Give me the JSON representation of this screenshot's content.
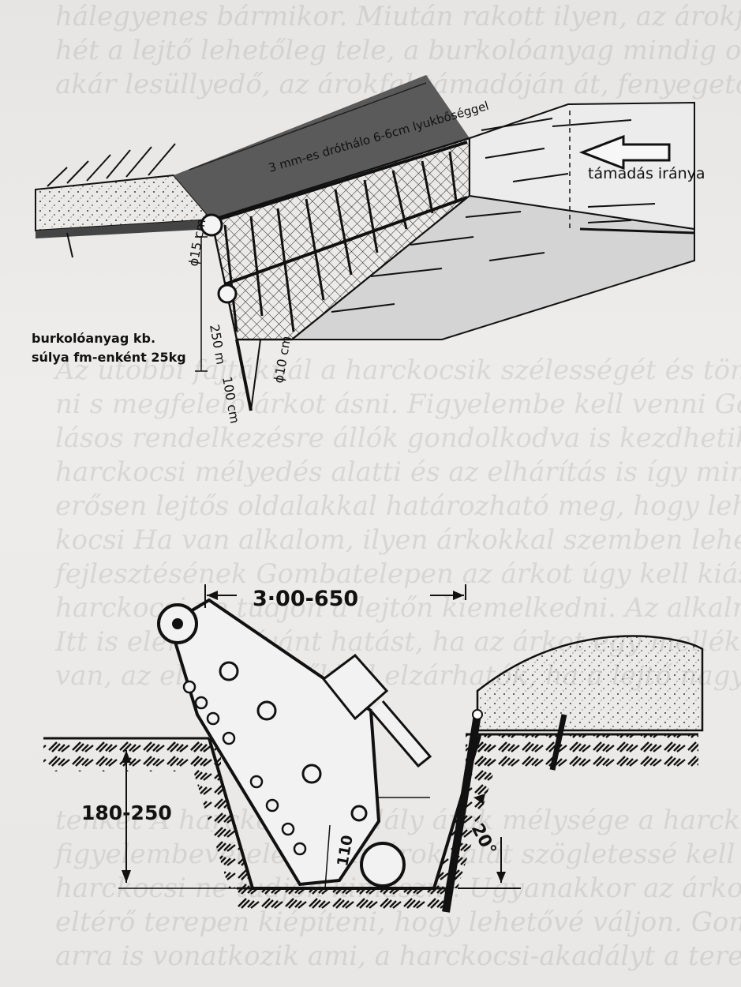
{
  "top_figure": {
    "mesh_label": "3 mm-es dróthálo 6-6cm lyukbőséggel",
    "attack_label": "támadás iránya",
    "pipe_diameter": "ϕ15 cm",
    "height_label": "250 m",
    "bottom_diameter": "ϕ10 cm",
    "depth_label": "100 cm",
    "cladding_line1": "burkolóanyag kb.",
    "cladding_line2": "súlya fm-enként 25kg"
  },
  "bottom_figure": {
    "width_label": "3·00-650",
    "depth_label": "180-250",
    "gap_label": "110",
    "angle_label": "20°"
  }
}
